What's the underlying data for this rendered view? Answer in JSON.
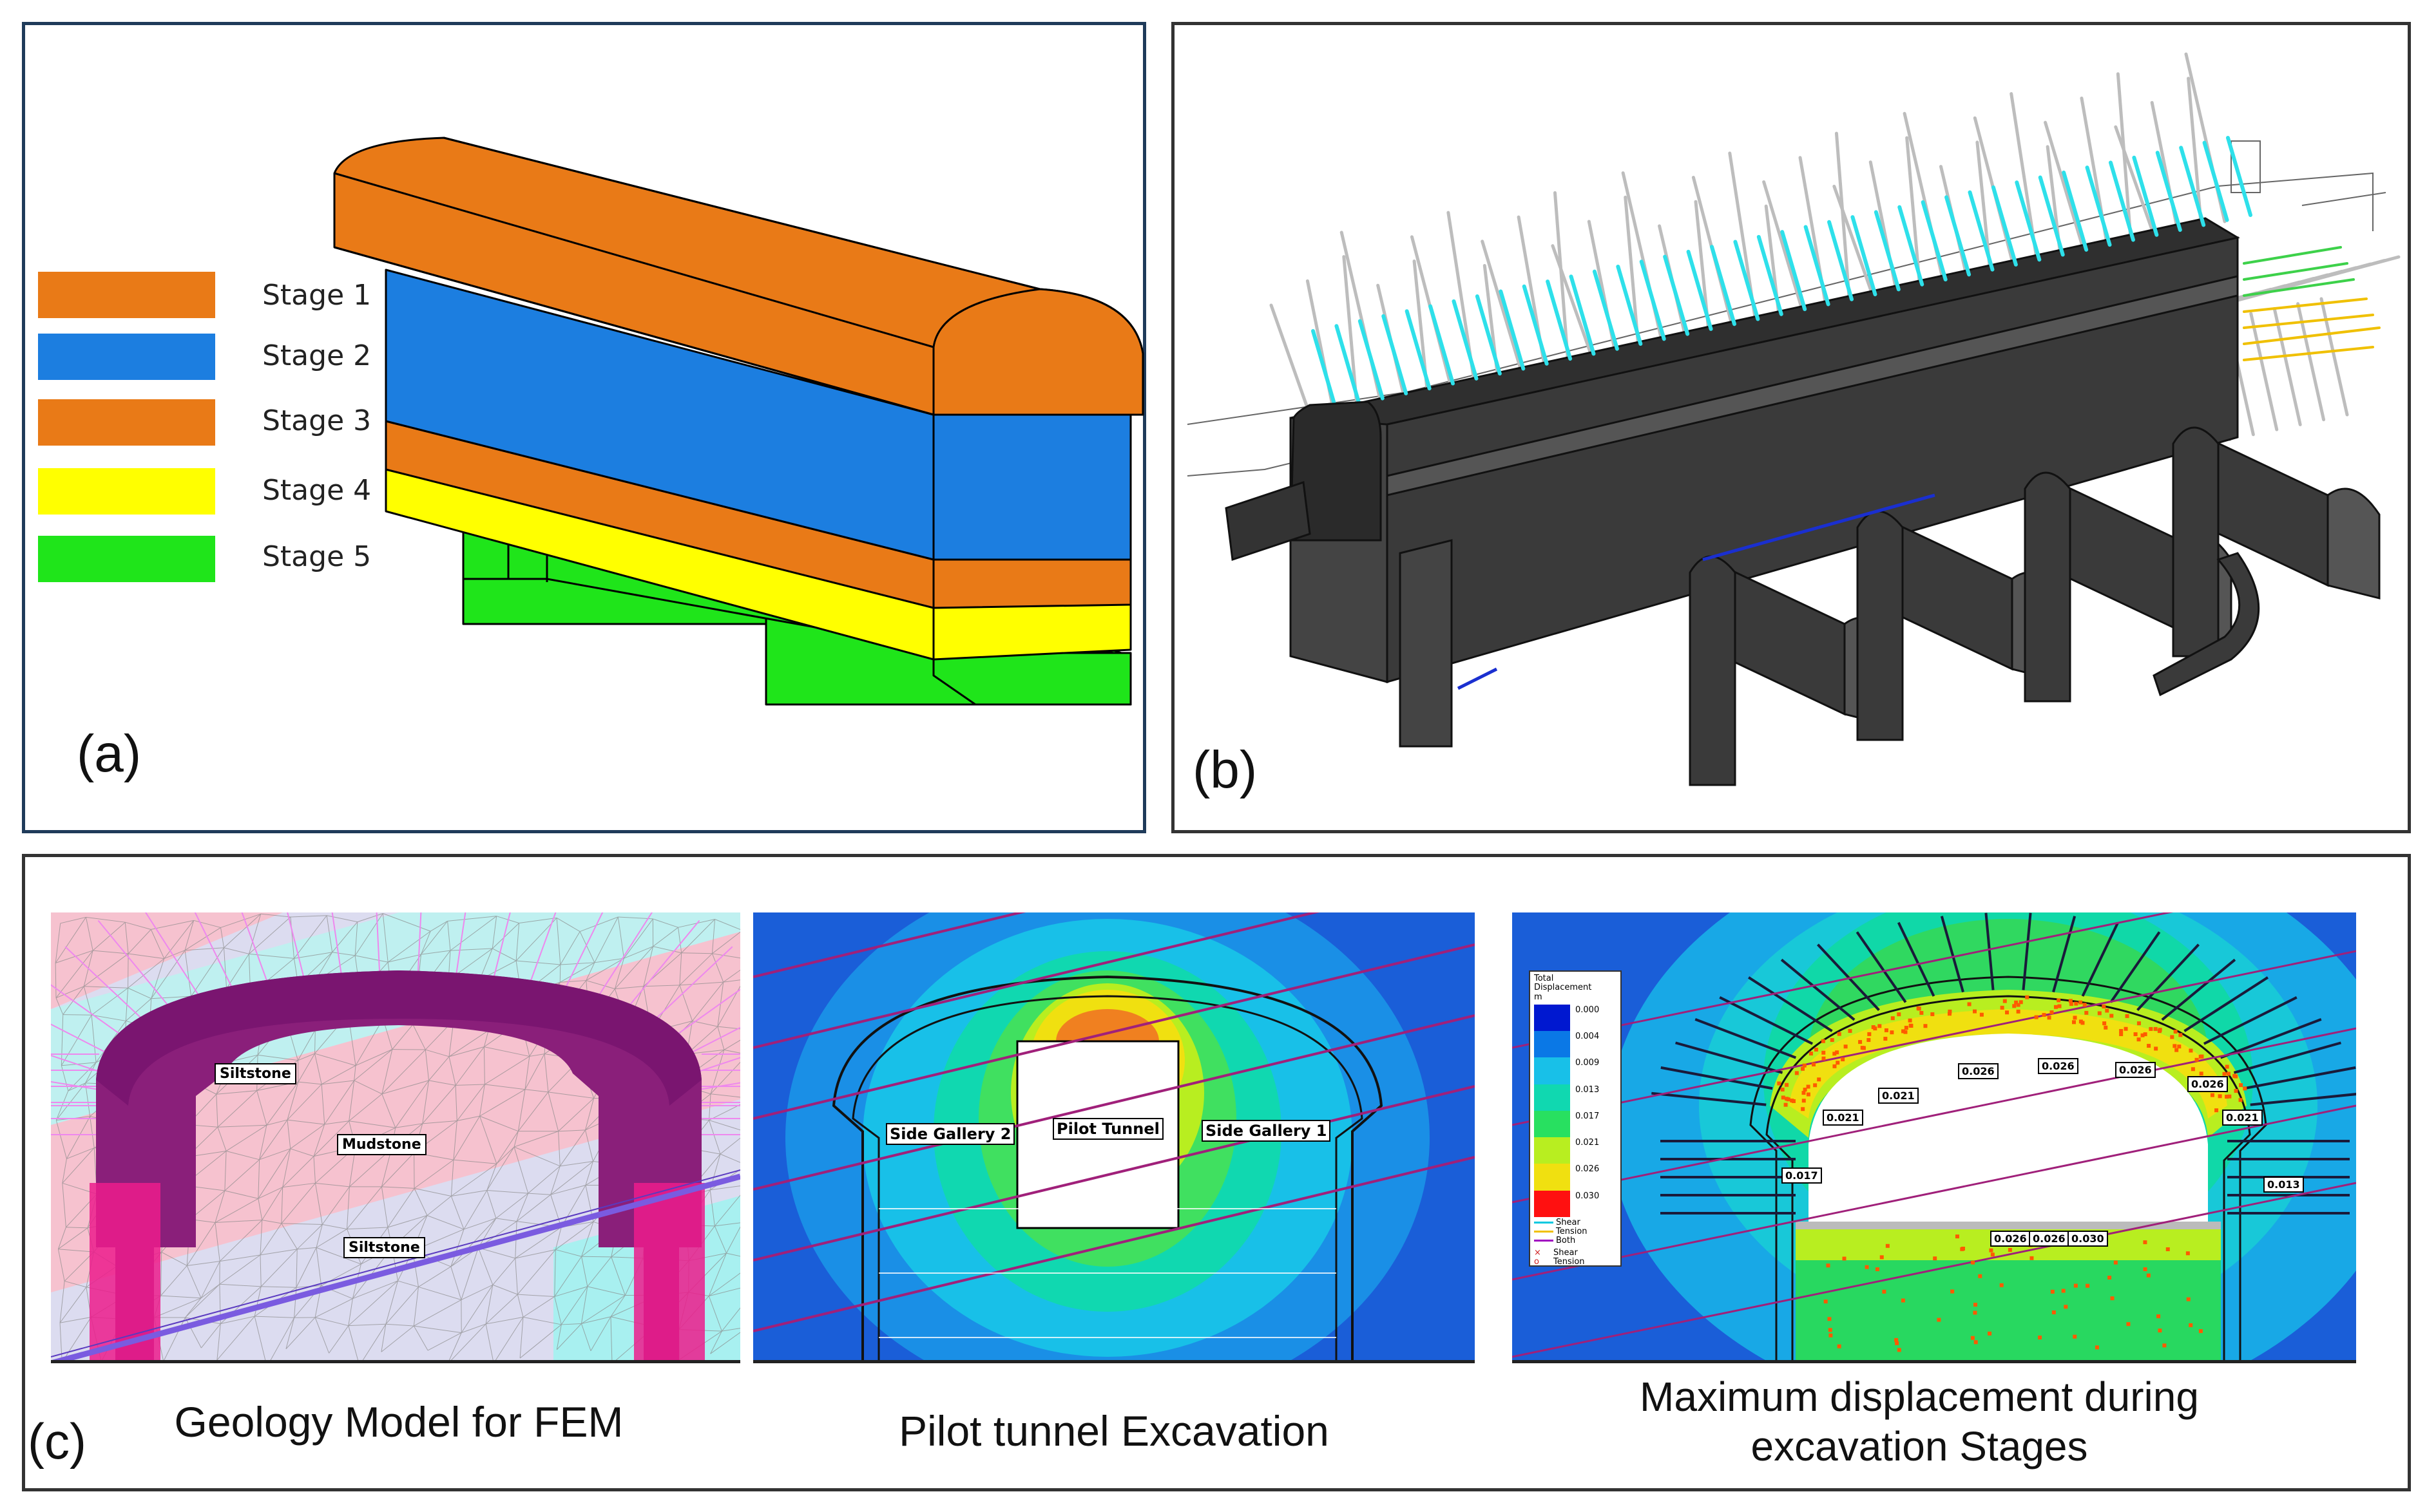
{
  "panel_a": {
    "label": "(a)",
    "stages": [
      {
        "label": "Stage 1",
        "color": "#e97a17"
      },
      {
        "label": "Stage 2",
        "color": "#1c7ee0"
      },
      {
        "label": "Stage 3",
        "color": "#e97a17"
      },
      {
        "label": "Stage 4",
        "color": "#ffff00"
      },
      {
        "label": "Stage 5",
        "color": "#1fe51a"
      }
    ]
  },
  "panel_b": {
    "label": "(b)"
  },
  "panel_c": {
    "label": "(c)",
    "captions": {
      "geology": "Geology Model for FEM",
      "pilot": "Pilot tunnel Excavation",
      "maxdisp_line1": "Maximum displacement during",
      "maxdisp_line2": "excavation Stages"
    },
    "geology_labels": {
      "siltstone_top": "Siltstone",
      "mudstone": "Mudstone",
      "siltstone_bottom": "Siltstone"
    },
    "pilot_labels": {
      "side_gallery_2": "Side Gallery 2",
      "pilot_tunnel": "Pilot Tunnel",
      "side_gallery_1": "Side Gallery 1"
    },
    "legend": {
      "title_line1": "Total",
      "title_line2": "Displacement",
      "unit": "m",
      "values": [
        "0.000",
        "0.004",
        "0.009",
        "0.013",
        "0.017",
        "0.021",
        "0.026",
        "0.030"
      ],
      "colors": [
        "#0018d0",
        "#0a78e6",
        "#18c0e8",
        "#10d8b0",
        "#28e060",
        "#b8ee20",
        "#f0e010",
        "#ff1010"
      ],
      "line_items": [
        {
          "label": "Shear",
          "color": "#00c8e0"
        },
        {
          "label": "Tension",
          "color": "#f0c000"
        },
        {
          "label": "Both",
          "color": "#a000c0"
        }
      ],
      "marker_items": [
        {
          "label": "Shear",
          "glyph": "×"
        },
        {
          "label": "Tension",
          "glyph": "o"
        }
      ]
    },
    "disp_values": {
      "crown": [
        "0.026",
        "0.026",
        "0.026",
        "0.026"
      ],
      "shoulder": [
        "0.021",
        "0.021",
        "0.021"
      ],
      "wall": [
        "0.017",
        "0.013"
      ],
      "invert": [
        "0.026",
        "0.026",
        "0.030"
      ]
    }
  }
}
